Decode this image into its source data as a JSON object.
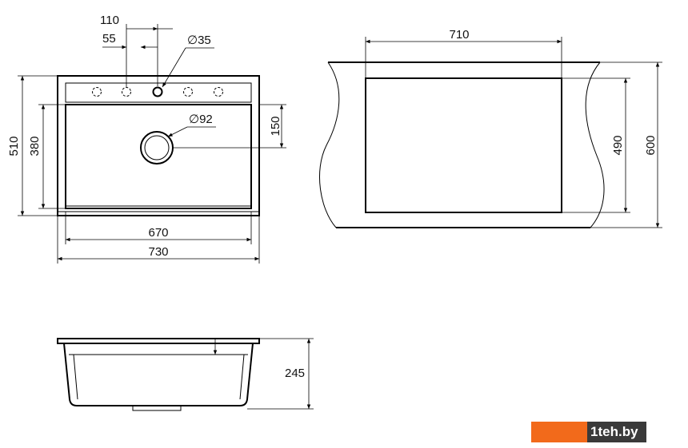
{
  "dimensions": {
    "top_view": {
      "hole_spacing_1": "110",
      "hole_spacing_2": "55",
      "tap_hole_diameter": "35",
      "drain_diameter": "92",
      "bowl_width": "670",
      "overall_width": "730",
      "overall_depth": "510",
      "bowl_depth": "380",
      "drain_offset": "150"
    },
    "cutout_view": {
      "cabinet_width": "710",
      "cutout_depth": "490",
      "worktop_depth": "600"
    },
    "side_view": {
      "bowl_height": "245"
    }
  },
  "brand": {
    "prefix": "1",
    "name": "teh.by",
    "accent_color": "#f26a1b",
    "dark_color": "#3a3a3a"
  },
  "diameter_symbol": "∅"
}
